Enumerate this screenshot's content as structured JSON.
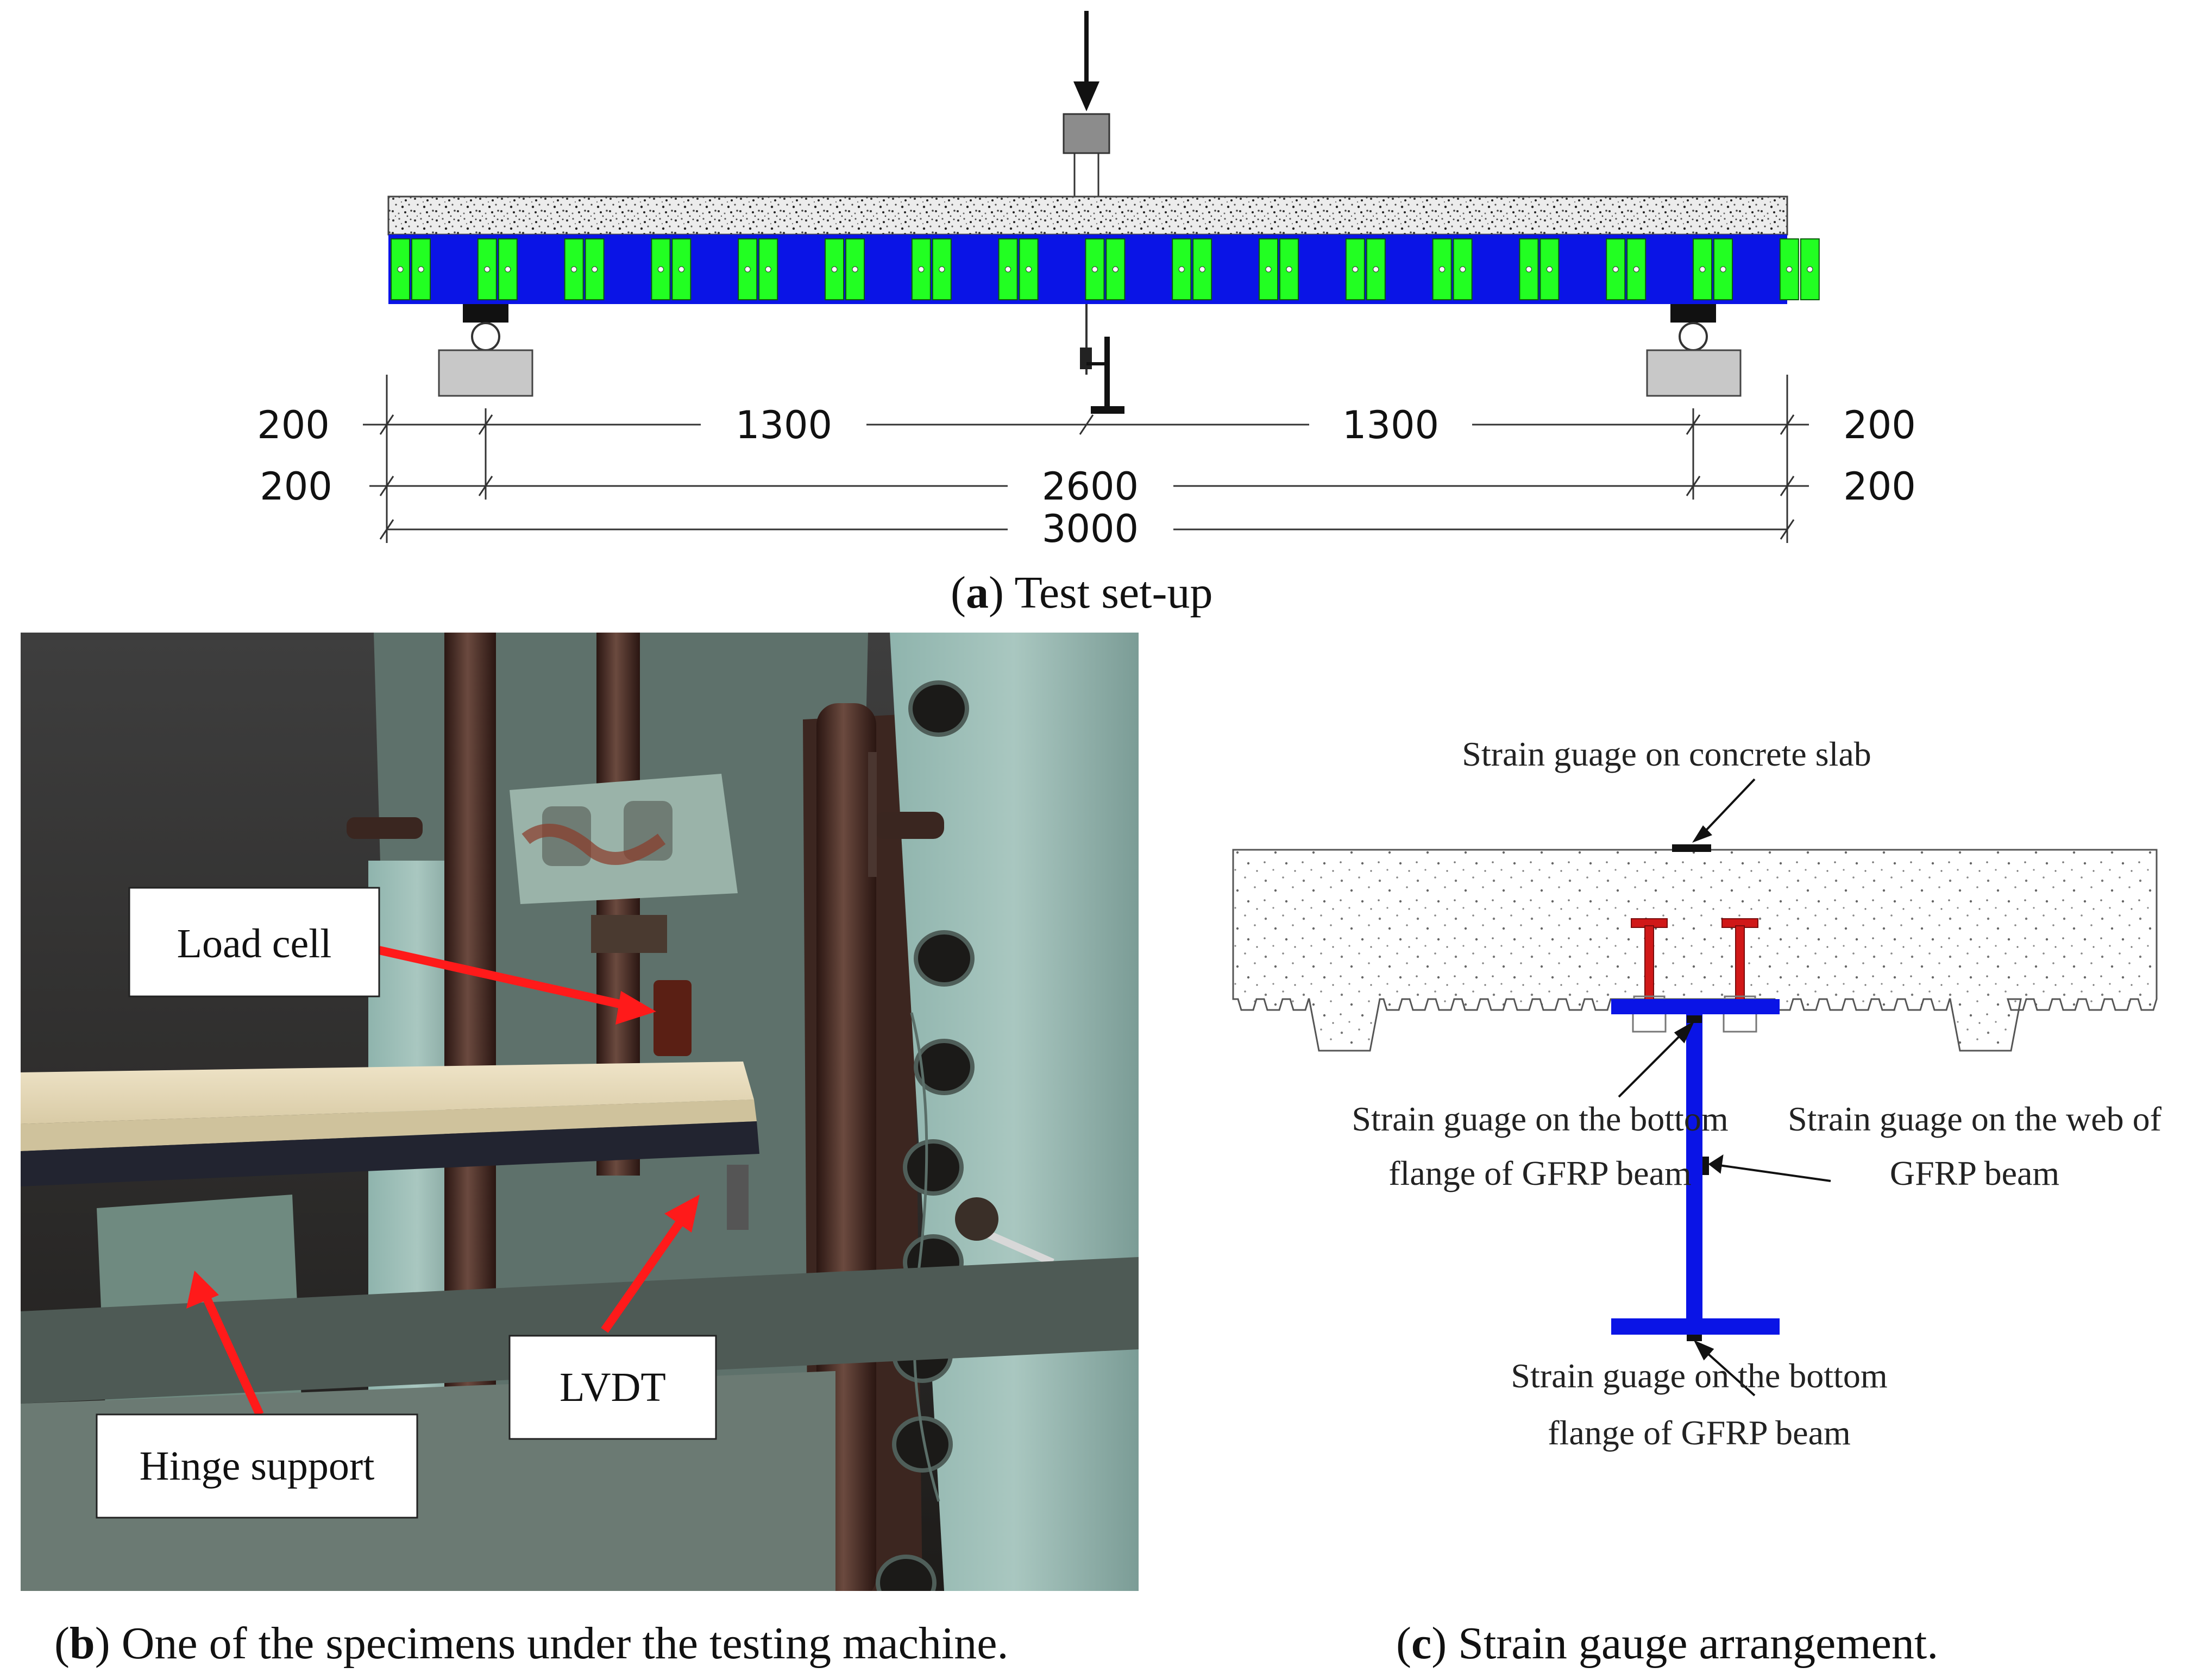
{
  "panel_a": {
    "caption_letter": "a",
    "caption_text": " Test set-up",
    "dims_row1": [
      "200",
      "1300",
      "1300",
      "200"
    ],
    "dims_row2": [
      "200",
      "2600",
      "200"
    ],
    "dims_row3": [
      "3000"
    ],
    "colors": {
      "beam": "#0a14e6",
      "plate": "#22ff22",
      "slab": "#e6e6e6",
      "support": "#cccccc"
    }
  },
  "panel_b": {
    "caption_letter": "b",
    "caption_text": " One of the specimens under the testing machine.",
    "labels": {
      "load_cell": "Load cell",
      "lvdt": "LVDT",
      "hinge": "Hinge support"
    },
    "arrow_color": "#ff1a1a"
  },
  "panel_c": {
    "caption_letter": "c",
    "caption_text": " Strain gauge arrangement.",
    "notes": {
      "slab": "Strain guage on concrete slab",
      "top_flange_1": "Strain guage on the bottom",
      "top_flange_2": "flange of GFRP beam",
      "web_1": "Strain guage on the web of",
      "web_2": "GFRP beam",
      "bottom_1": "Strain guage on the bottom",
      "bottom_2": "flange of GFRP beam"
    },
    "colors": {
      "beam": "#0a14e6",
      "studs": "#d01818"
    }
  }
}
